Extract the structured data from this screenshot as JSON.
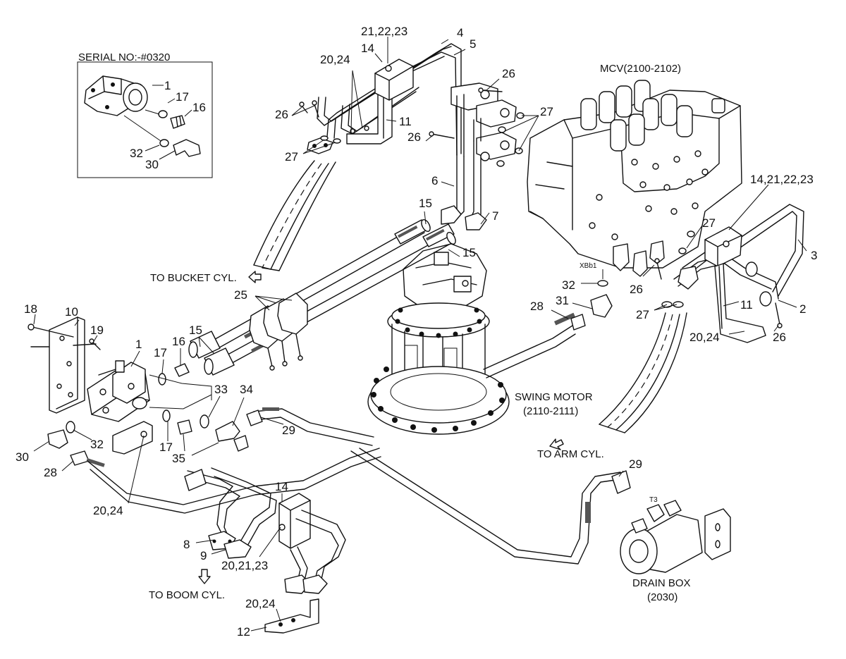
{
  "inset": {
    "serial_label": "SERIAL NO:-#0320",
    "callouts": [
      "1",
      "17",
      "16",
      "32",
      "30"
    ]
  },
  "labels": {
    "mcv": "MCV(2100-2102)",
    "to_bucket": "TO BUCKET CYL.",
    "to_arm": "TO ARM CYL.",
    "to_boom": "TO BOOM CYL.",
    "swing_motor": "SWING MOTOR",
    "swing_motor_code": "(2110-2111)",
    "drain_box": "DRAIN BOX",
    "drain_box_code": "(2030)",
    "xbb1": "XBb1",
    "t3": "T3"
  },
  "callouts": [
    "21,22,23",
    "4",
    "5",
    "14",
    "20,24",
    "26",
    "26",
    "11",
    "27",
    "MCV(2100-2102)",
    "26",
    "27",
    "14,21,22,23",
    "6",
    "15",
    "7",
    "27",
    "15",
    "3",
    "32",
    "26",
    "2",
    "31",
    "28",
    "25",
    "27",
    "11",
    "20,24",
    "26",
    "18",
    "10",
    "19",
    "1",
    "17",
    "16",
    "15",
    "33",
    "34",
    "30",
    "32",
    "17",
    "35",
    "28",
    "29",
    "20,24",
    "29",
    "14",
    "8",
    "9",
    "20,21,23",
    "20,24",
    "12"
  ]
}
